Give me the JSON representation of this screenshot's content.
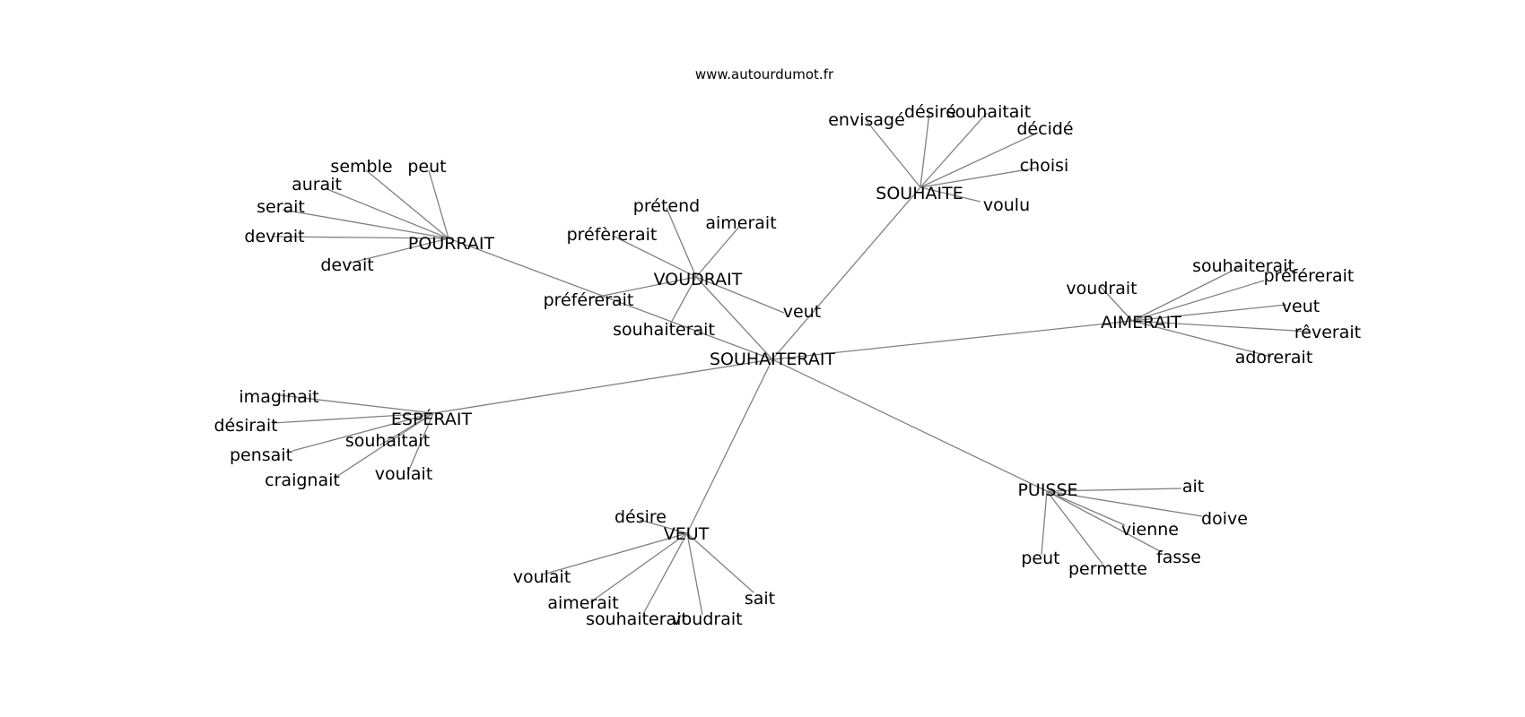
{
  "source_label": "www.autourdumot.fr",
  "colors": {
    "edge": "#808080",
    "text": "#000000",
    "background": "#ffffff"
  },
  "graph": {
    "center": "SOUHAITERAIT",
    "clusters": [
      {
        "hub": "POURRAIT",
        "leaves": [
          "semble",
          "peut",
          "aurait",
          "serait",
          "devrait",
          "devait"
        ]
      },
      {
        "hub": "VOUDRAIT",
        "leaves": [
          "prétend",
          "aimerait",
          "préfèrerait",
          "préférerait",
          "souhaiterait",
          "veut"
        ]
      },
      {
        "hub": "SOUHAITE",
        "leaves": [
          "envisagé",
          "désiré",
          "souhaitait",
          "décidé",
          "choisi",
          "voulu"
        ]
      },
      {
        "hub": "AIMERAIT",
        "leaves": [
          "souhaiterait",
          "préférerait",
          "voudrait",
          "veut",
          "rêverait",
          "adorerait"
        ]
      },
      {
        "hub": "ESPÉRAIT",
        "leaves": [
          "imaginait",
          "désirait",
          "pensait",
          "souhaitait",
          "craignait",
          "voulait"
        ]
      },
      {
        "hub": "VEUT",
        "leaves": [
          "désire",
          "voulait",
          "aimerait",
          "souhaiterait",
          "voudrait",
          "sait"
        ]
      },
      {
        "hub": "PUISSE",
        "leaves": [
          "ait",
          "doive",
          "vienne",
          "fasse",
          "peut",
          "permette"
        ]
      }
    ]
  }
}
